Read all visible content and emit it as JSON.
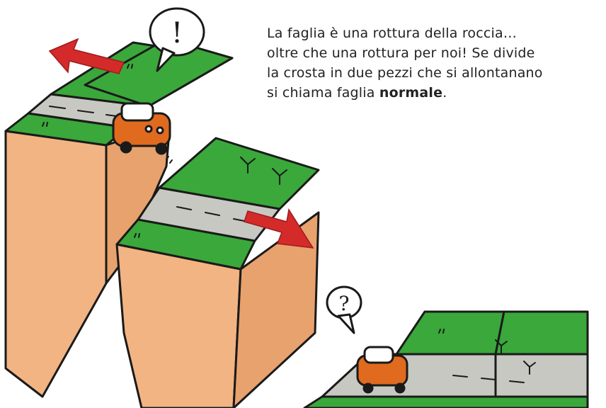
{
  "caption": {
    "line1": "La faglia è una rottura della roccia…",
    "line2": "oltre che una rottura per noi! Se divide",
    "line3": "la crosta in due pezzi che si allontanano",
    "line4_prefix": "si chiama faglia ",
    "line4_bold": "normale",
    "line4_suffix": "."
  },
  "illustration": {
    "speech_bubble_top": "!",
    "speech_bubble_bottom": "?",
    "icons": [
      "car-icon",
      "arrow-left-icon",
      "arrow-right-icon",
      "bird-track-icon",
      "speech-bubble-icon"
    ]
  },
  "colors": {
    "grass": "#3aa83a",
    "rock": "#f2b482",
    "road": "#c8c8c2",
    "arrow": "#d42a2a",
    "car": "#e06a1e"
  }
}
